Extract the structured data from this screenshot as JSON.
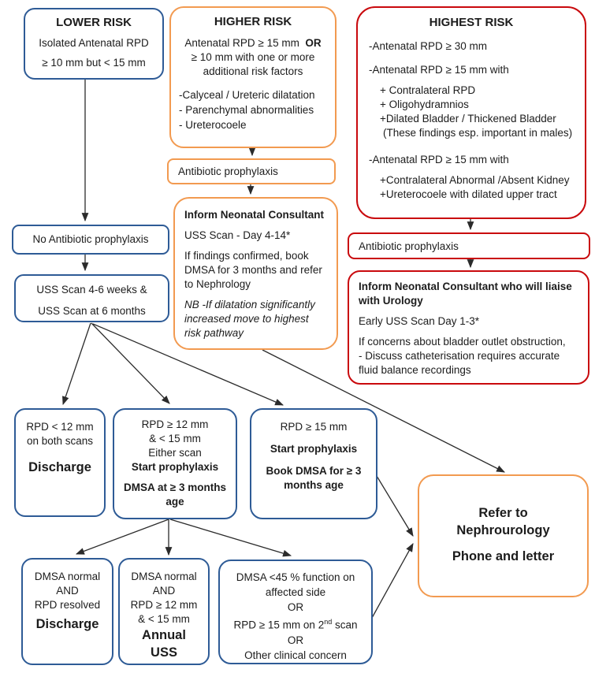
{
  "palette": {
    "blue_border": "#2e5b96",
    "orange_border": "#f29a50",
    "red_border": "#c9090d",
    "arrow": "#2b2b2b"
  },
  "lower_risk": {
    "title": "LOWER RISK",
    "l1": "Isolated Antenatal RPD",
    "l2": "≥ 10 mm  but  < 15 mm"
  },
  "higher_risk": {
    "title": "HIGHER RISK",
    "l1": "Antenatal RPD  ≥ 15 mm",
    "or": "OR",
    "l2": "≥ 10  mm with one or more additional risk factors",
    "b1": "-Calyceal / Ureteric dilatation",
    "b2": "- Parenchymal abnormalities",
    "b3": "- Ureterocoele"
  },
  "highest_risk": {
    "title": "HIGHEST RISK",
    "l1": "-Antenatal RPD  ≥ 30 mm",
    "l2": "-Antenatal RPD  ≥ 15 mm  with",
    "l3": "+ Contralateral RPD",
    "l4": "+ Oligohydramnios",
    "l5": "+Dilated Bladder / Thickened Bladder",
    "l6": "(These findings esp. important in males)",
    "l7": "-Antenatal RPD  ≥ 15 mm  with",
    "l8": "+Contralateral Abnormal /Absent Kidney",
    "l9": "+Ureterocoele with dilated upper tract"
  },
  "antibiotic_mid": {
    "label": "Antibiotic prophylaxis"
  },
  "inform_neonatal": {
    "title": "Inform Neonatal Consultant",
    "l1": "USS Scan - Day 4-14*",
    "l2": "If findings confirmed, book DMSA for 3 months and refer to Nephrology",
    "nb": "NB -If dilatation significantly increased move to highest risk pathway"
  },
  "no_antibiotic": {
    "label": "No Antibiotic prophylaxis"
  },
  "uss_scan": {
    "l1": "USS Scan 4-6 weeks &",
    "l2": "USS Scan at 6 months"
  },
  "antibiotic_right": {
    "label": "Antibiotic prophylaxis"
  },
  "inform_urology": {
    "title": "Inform Neonatal Consultant who will liaise with Urology",
    "l1": "Early USS Scan Day 1-3*",
    "l2": "If concerns about bladder outlet obstruction,",
    "l3": "- Discuss catheterisation requires accurate fluid balance recordings"
  },
  "rpd_lt12": {
    "l1": "RPD < 12 mm",
    "l2": "on both scans",
    "action": "Discharge"
  },
  "rpd_12_15": {
    "l1": "RPD ≥ 12 mm",
    "l2": "&  < 15 mm",
    "l3": "Either scan",
    "b1": "Start prophylaxis",
    "b2": "DMSA at ≥ 3 months age"
  },
  "rpd_ge15": {
    "l1": "RPD  ≥ 15 mm",
    "b1": "Start prophylaxis",
    "b2": "Book DMSA for ≥ 3 months age"
  },
  "refer": {
    "l1": "Refer to",
    "l2": "Nephrourology",
    "l3": "Phone and letter"
  },
  "dmsa_discharge": {
    "l1": "DMSA normal",
    "l2": "AND",
    "l3": "RPD resolved",
    "action": "Discharge"
  },
  "dmsa_annual": {
    "l1": "DMSA normal",
    "l2": "AND",
    "l3": "RPD ≥ 12 mm",
    "l4": "&  < 15 mm",
    "action1": "Annual",
    "action2": "USS"
  },
  "dmsa_45": {
    "l1": "DMSA <45 % function on",
    "l2": "affected side",
    "l3": "OR",
    "l4_pre": "RPD ≥ 15 mm on 2",
    "l4_sup": "nd",
    "l4_post": " scan",
    "l5": "OR",
    "l6": "Other clinical concern"
  }
}
